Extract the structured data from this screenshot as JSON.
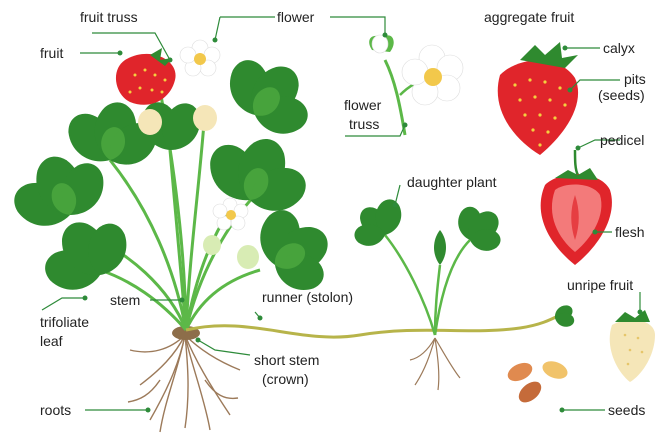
{
  "labels": {
    "fruit_truss": "fruit truss",
    "flower": "flower",
    "aggregate_fruit": "aggregate fruit",
    "fruit": "fruit",
    "calyx": "calyx",
    "pits": "pits",
    "seeds_paren": "(seeds)",
    "flower_truss_1": "flower",
    "flower_truss_2": "truss",
    "pedicel": "pedicel",
    "daughter_plant": "daughter plant",
    "flesh": "flesh",
    "runner": "runner (stolon)",
    "unripe_fruit": "unripe fruit",
    "stem": "stem",
    "trifoliate_1": "trifoliate",
    "trifoliate_2": "leaf",
    "short_stem_1": "short stem",
    "short_stem_2": "(crown)",
    "roots": "roots",
    "seeds": "seeds"
  },
  "colors": {
    "leader": "#2e8b3a",
    "leaf_dark": "#2f8a2f",
    "leaf_light": "#5cb848",
    "berry_red": "#e0252b",
    "berry_dark": "#b81a20",
    "seed_yellow": "#f4d03f",
    "flesh_pink": "#f37a7a",
    "unripe": "#f5e6b8",
    "root_brown": "#9c7a5a",
    "runner": "#b7b44a",
    "petal": "#ffffff",
    "flower_center": "#f2c84b"
  }
}
